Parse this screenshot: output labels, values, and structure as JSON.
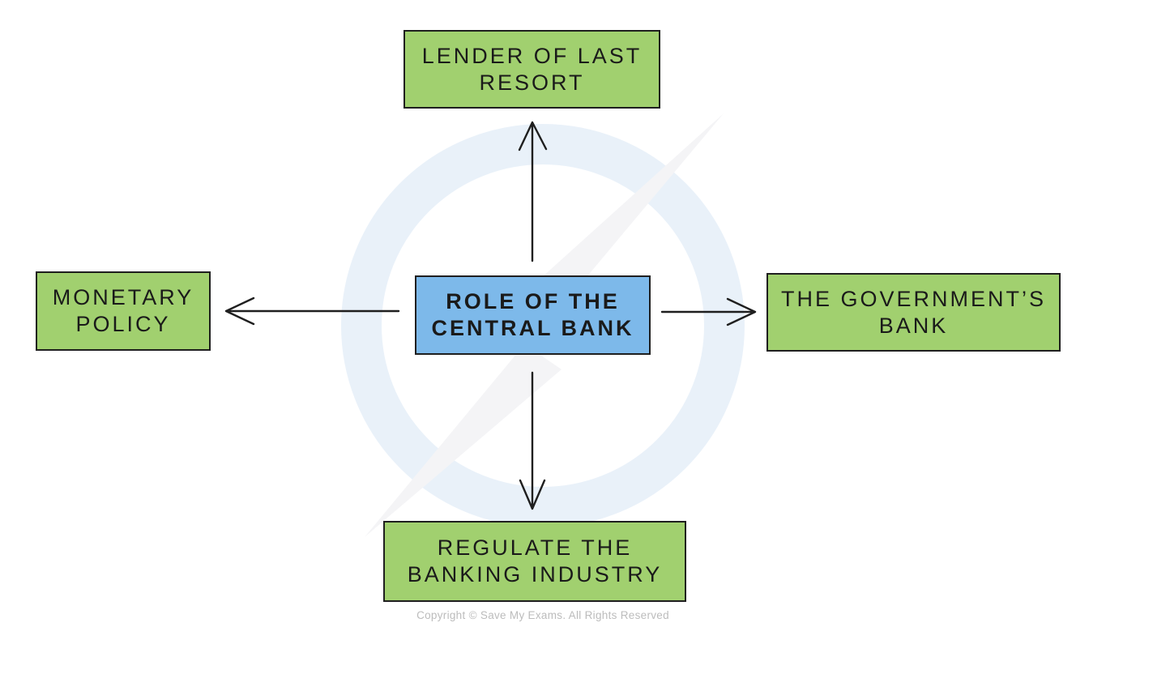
{
  "nodes": {
    "center": {
      "line1": "ROLE OF THE",
      "line2": "CENTRAL BANK"
    },
    "top": {
      "line1": "LENDER OF LAST",
      "line2": "RESORT"
    },
    "left": {
      "line1": "MONETARY",
      "line2": "POLICY"
    },
    "right": {
      "line1": "THE GOVERNMENT’S",
      "line2": "BANK"
    },
    "bottom": {
      "line1": "REGULATE THE",
      "line2": "BANKING INDUSTRY"
    }
  },
  "footer": {
    "copyright": "Copyright © Save My Exams. All Rights Reserved"
  },
  "colors": {
    "background": "#ffffff",
    "node_green": "#a1d06f",
    "node_blue": "#7db9ea",
    "node_border": "#1f1f1f",
    "node_text": "#1a1a1a",
    "arrow": "#1f1f1f",
    "copyright_text": "#bcbcbc",
    "watermark_ring": "#e9f1f9",
    "watermark_bolt": "#f4f4f6"
  }
}
